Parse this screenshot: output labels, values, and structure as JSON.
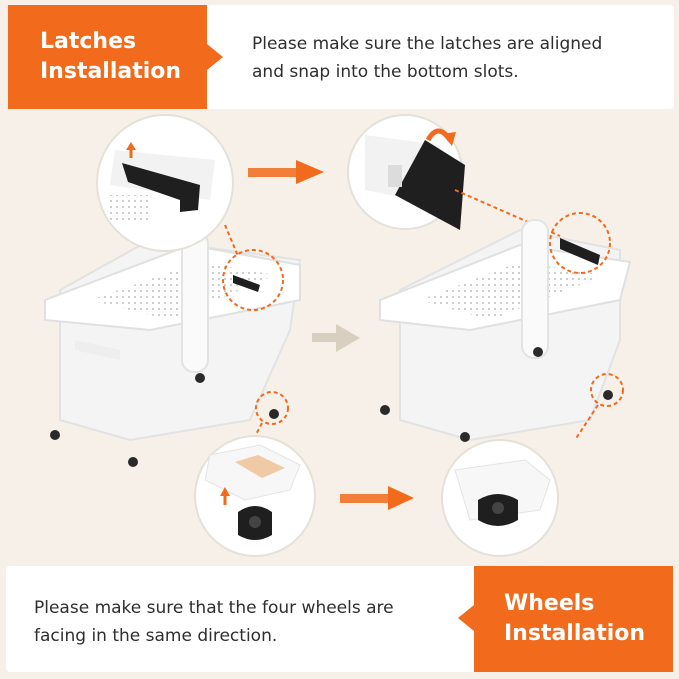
{
  "top_tag": {
    "line1": "Latches",
    "line2": "Installation"
  },
  "top_desc": {
    "line1": "Please make sure the latches are aligned",
    "line2": "and snap into the bottom slots."
  },
  "bottom_tag": {
    "line1": "Wheels",
    "line2": "Installation"
  },
  "bottom_desc": {
    "line1": "Please make sure that the four wheels are",
    "line2": "facing in the same direction."
  },
  "colors": {
    "accent": "#f26a1b",
    "background": "#f6f0e8",
    "panel": "#ffffff",
    "latch": "#1f1f1f",
    "arrow_neutral": "#d9cfc0"
  }
}
